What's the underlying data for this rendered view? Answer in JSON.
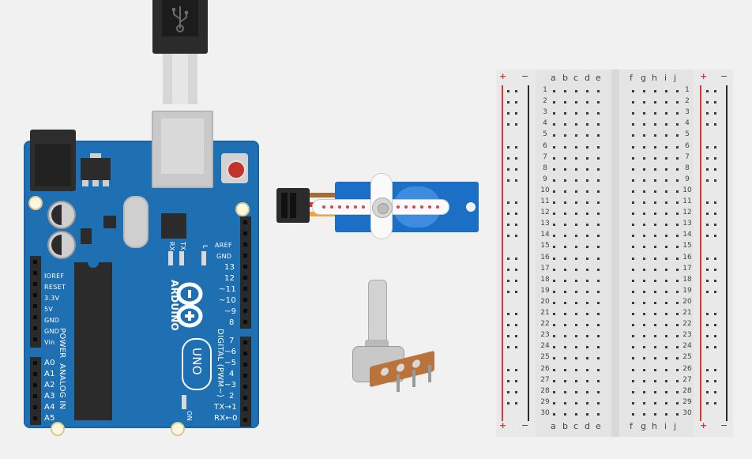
{
  "arduino": {
    "power_pins": [
      "IOREF",
      "RESET",
      "3.3V",
      "5V",
      "GND",
      "GND",
      "Vin"
    ],
    "analog_pins": [
      "A0",
      "A1",
      "A2",
      "A3",
      "A4",
      "A5"
    ],
    "power_label": "POWER",
    "analog_label": "ANALOG IN",
    "digital_pins_top": [
      "AREF",
      "GND",
      "13",
      "12",
      "~11",
      "~10",
      "~9",
      "8"
    ],
    "digital_pins_bottom": [
      "7",
      "~6",
      "~5",
      "4",
      "~3",
      "2",
      "TX→1",
      "RX←0"
    ],
    "digital_label": "DIGITAL (PWM~)",
    "brand_label": "ARDUINO",
    "model_label": "UNO",
    "led_labels": [
      "RX",
      "TX",
      "L"
    ],
    "on_label": "ON"
  },
  "breadboard": {
    "letters_left": [
      "a",
      "b",
      "c",
      "d",
      "e"
    ],
    "letters_right": [
      "f",
      "g",
      "h",
      "i",
      "j"
    ],
    "plus": "+",
    "minus": "−",
    "rows": [
      "1",
      "2",
      "3",
      "4",
      "5",
      "6",
      "7",
      "8",
      "9",
      "10",
      "11",
      "12",
      "13",
      "14",
      "15",
      "16",
      "17",
      "18",
      "19",
      "20",
      "21",
      "22",
      "23",
      "24",
      "25",
      "26",
      "27",
      "28",
      "29",
      "30"
    ]
  },
  "colors": {
    "board": "#1f6fb3",
    "servo": "#1b6fc4",
    "rail_red": "#d33a3a",
    "rail_dark": "#2b2b2b"
  }
}
